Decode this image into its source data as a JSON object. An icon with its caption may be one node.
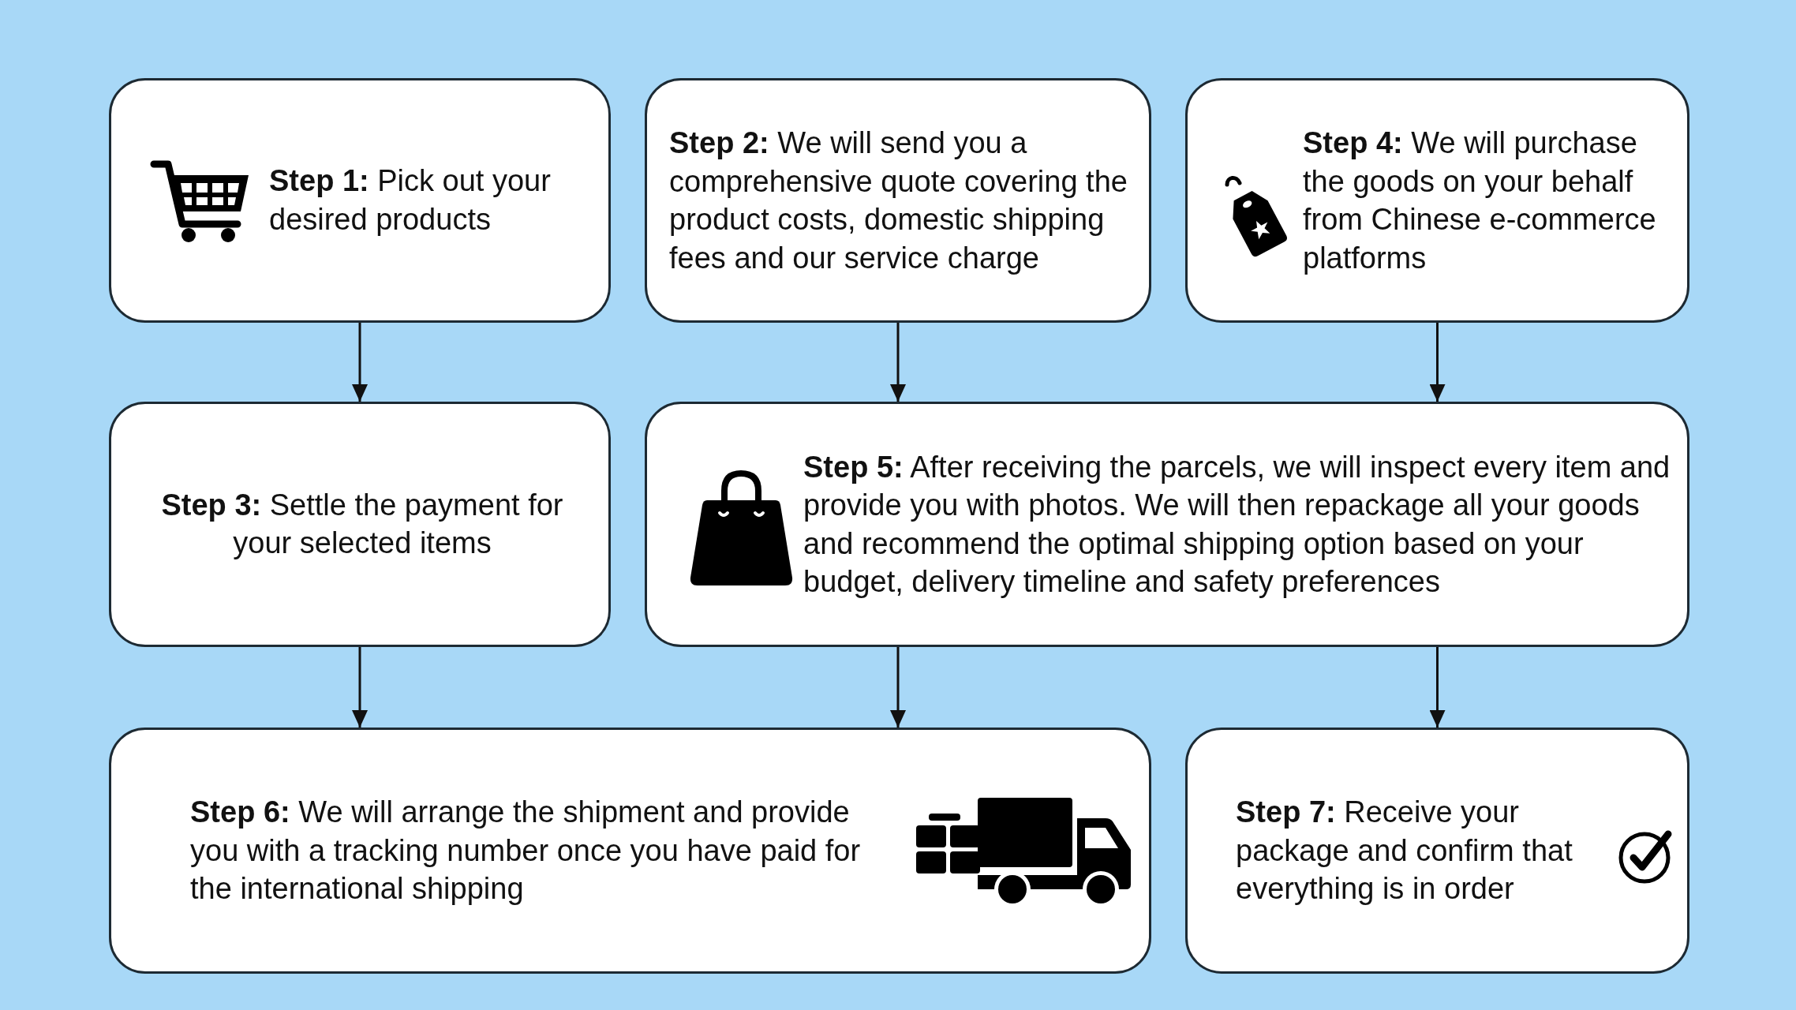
{
  "diagram": {
    "nodes": [
      {
        "text": [
          "**Step 1:** Pick out your desired products"
        ]
      },
      {
        "text": [
          "**Step 2:** We will send you a comprehensive quote covering the product costs, domestic shipping fees and our service charge"
        ]
      },
      {
        "text": [
          "**Step 4:** We will purchase the goods on your behalf from Chinese e-commerce platforms"
        ]
      },
      {
        "text": [
          "**Step 3:** Settle the payment for your selected items"
        ]
      },
      {
        "text": [
          "**Step 5:** After receiving the parcels, we will inspect every item and provide you with photos. We will then repackage all your goods and recommend the optimal shipping option based on your budget, delivery timeline and safety preferences"
        ]
      },
      {
        "text": [
          "**Step 6:** We will arrange the shipment and provide you with a tracking number once you have paid for the international shipping"
        ]
      },
      {
        "text": [
          "**Step 7:** Receive your package and confirm that everything is in order"
        ]
      }
    ],
    "edges": [
      {
        "from": 0,
        "to": 3,
        "arrow": "to"
      },
      {
        "from": 1,
        "to": 4,
        "arrow": "to"
      },
      {
        "from": 2,
        "to": 4,
        "arrow": "to"
      },
      {
        "from": 3,
        "to": 5,
        "arrow": "to"
      },
      {
        "from": 4,
        "to": 5,
        "arrow": "to"
      },
      {
        "from": 4,
        "to": 6,
        "arrow": "to"
      }
    ]
  }
}
